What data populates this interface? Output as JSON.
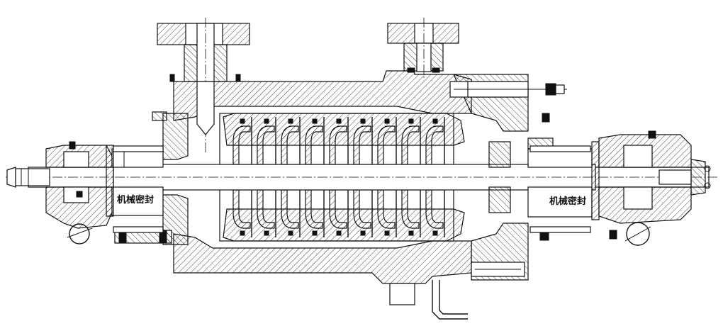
{
  "diagram": {
    "labels": {
      "left_seal": "机械密封",
      "right_seal": "机械密封"
    },
    "stages": 9
  }
}
